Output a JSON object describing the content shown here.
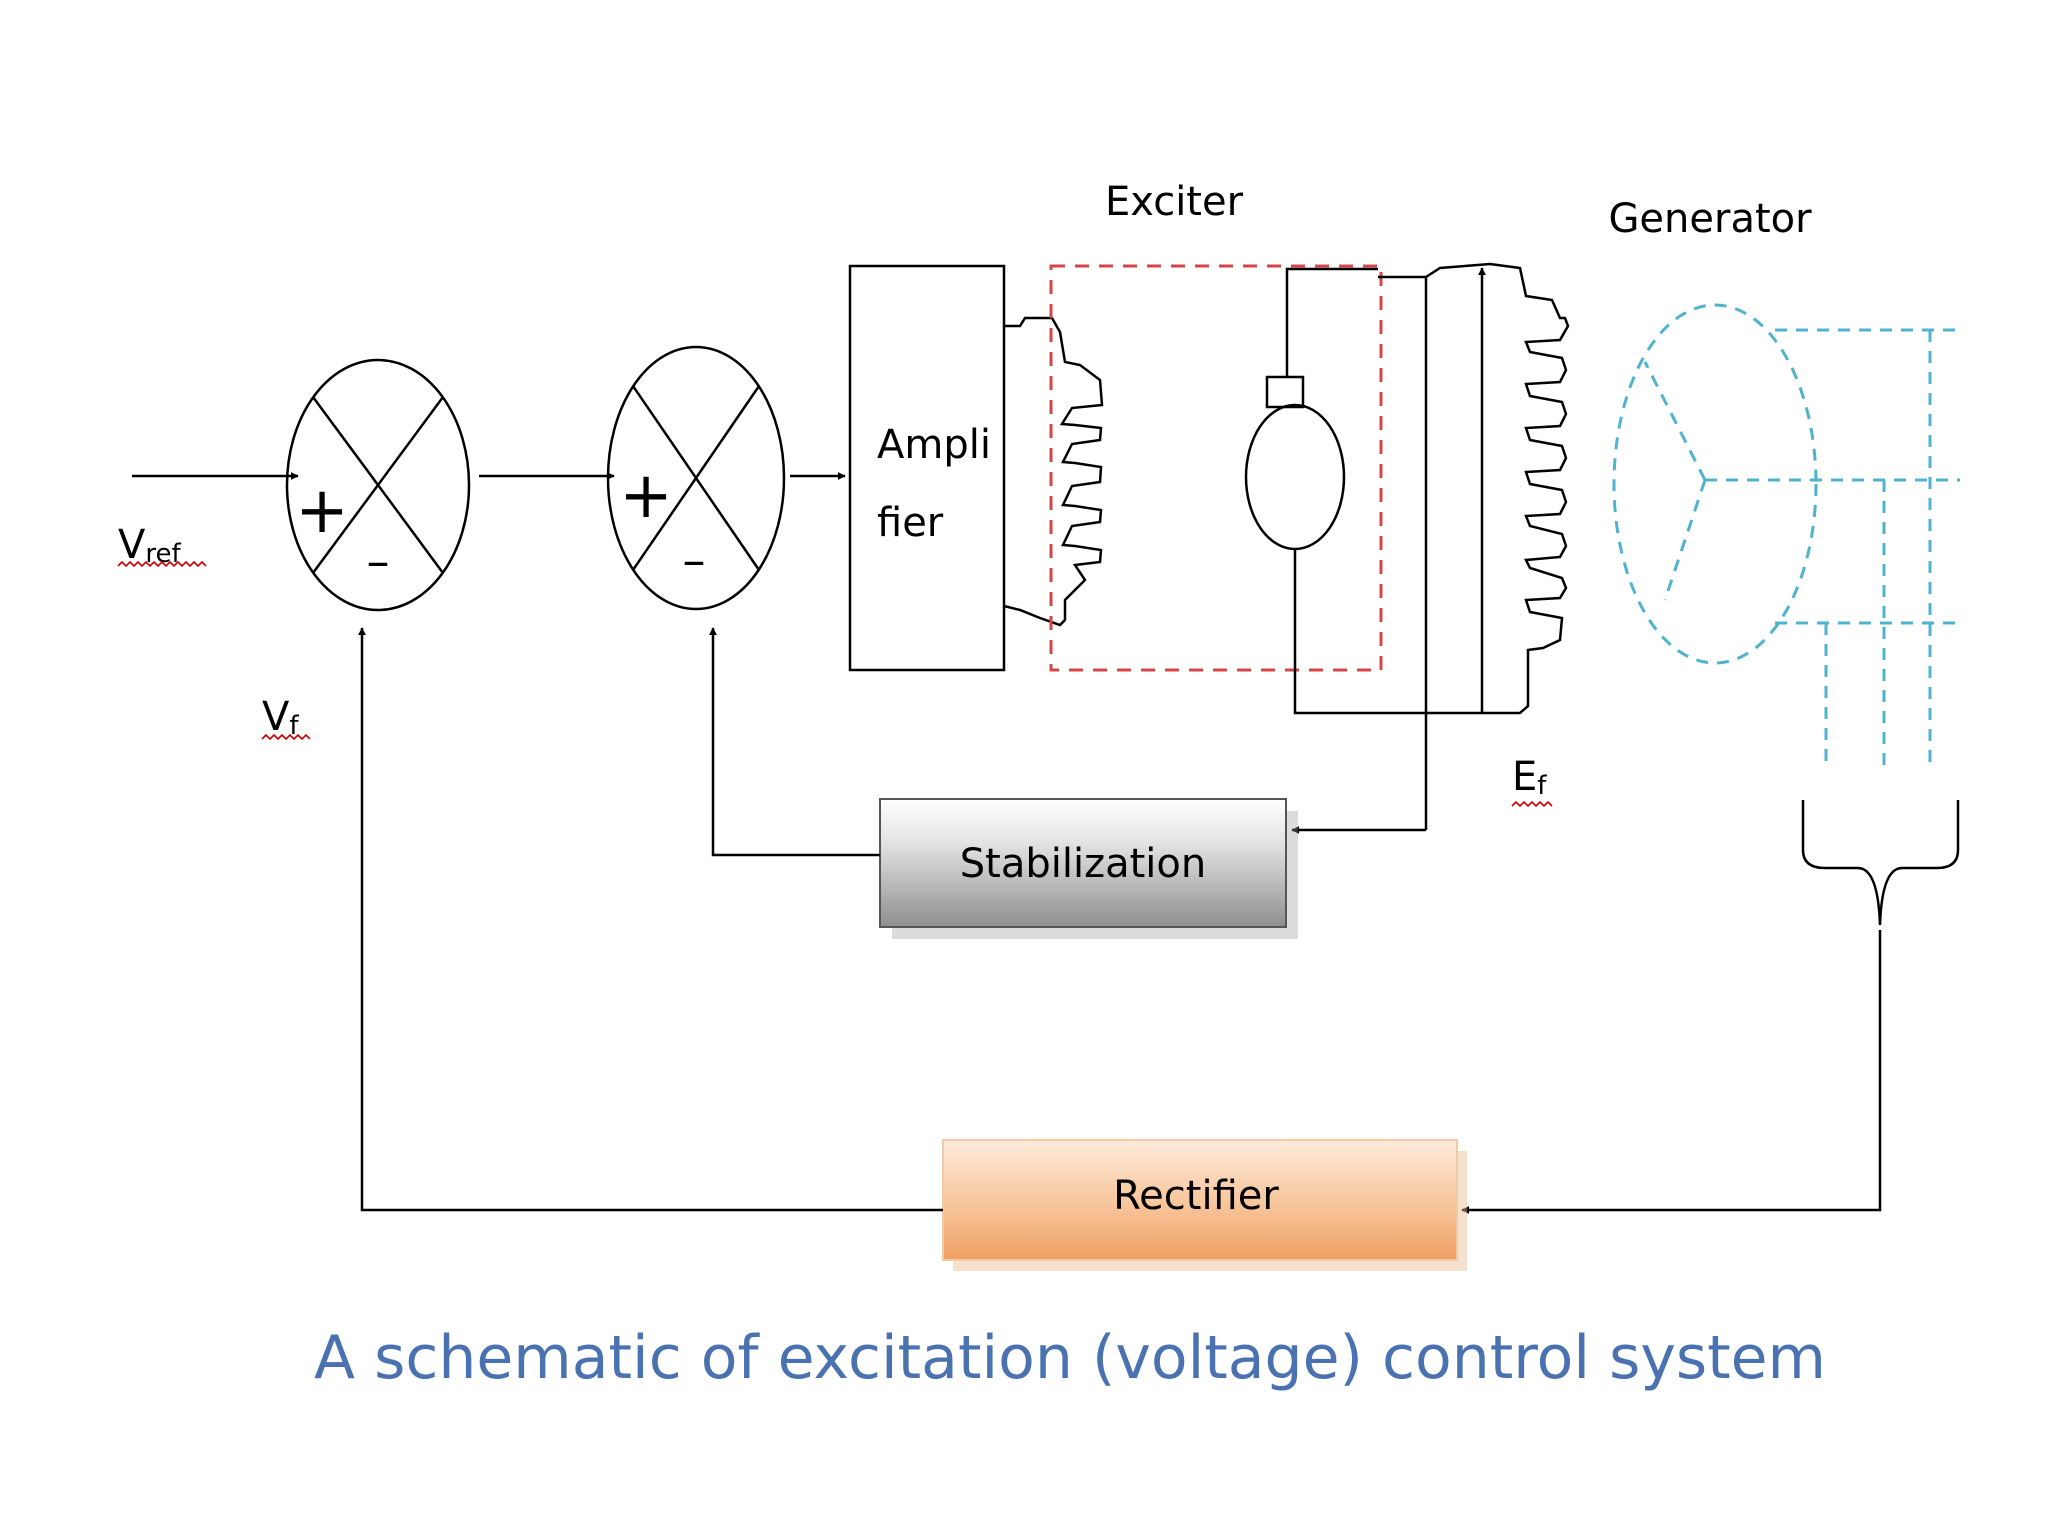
{
  "labels": {
    "exciter": "Exciter",
    "generator": "Generator",
    "amplifier_line1": "Ampli",
    "amplifier_line2": "fier",
    "stabilization": "Stabilization",
    "rectifier": "Rectifier",
    "vref_main": "V",
    "vref_sub": "ref",
    "vf_main": "V",
    "vf_sub": "f",
    "ef_main": "E",
    "ef_sub": "f",
    "plus": "+",
    "minus": "–"
  },
  "caption": "A schematic of excitation (voltage) control system",
  "colors": {
    "line": "#000000",
    "exciter_box": "#d64545",
    "generator": "#4fb3cf",
    "caption": "#4a72b0",
    "stabilization_fill_top": "#ffffff",
    "stabilization_fill_bottom": "#9a9a9a",
    "rectifier_fill_top": "#fde4d0",
    "rectifier_fill_bottom": "#f2a56a",
    "spell_check_underline": "#d00000"
  }
}
